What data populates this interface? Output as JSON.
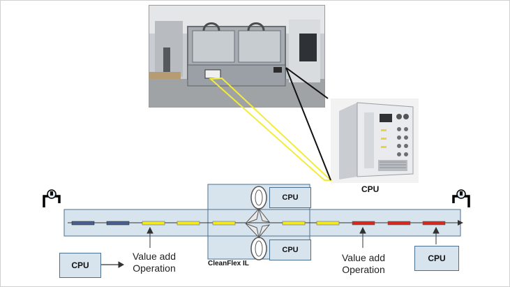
{
  "process_diagram": {
    "photo_caption": "CPU",
    "station_cpu_label": "CPU",
    "left_controller_label": "CPU",
    "right_controller_label": "CPU",
    "left_operation_label": "Value add\nOperation",
    "right_operation_label": "Value add\nOperation",
    "cleaner_label": "CleanFlex IL"
  },
  "colors": {
    "conveyor_fill": "#d7e4ee",
    "conveyor_border": "#4b6f8e",
    "segment_blue": "#4a5f8f",
    "segment_yellow": "#f3e91f",
    "segment_red": "#d8281e",
    "leader_yellow": "#f2ec3a",
    "leader_black": "#111111"
  },
  "icons": {
    "left_robot": "robot-arm-icon",
    "right_robot": "robot-arm-icon",
    "cleaner_nozzle": "nozzle-icon"
  }
}
